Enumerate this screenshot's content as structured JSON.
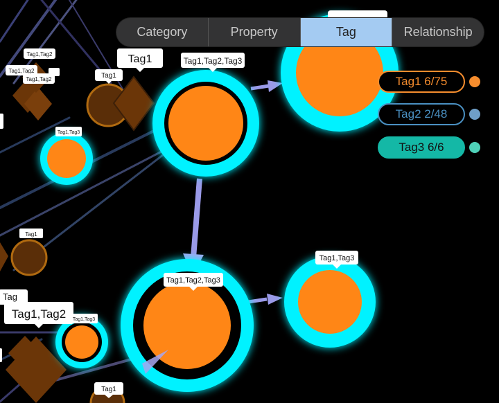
{
  "tabs": [
    {
      "label": "Category",
      "active": false
    },
    {
      "label": "Property",
      "active": false
    },
    {
      "label": "Tag",
      "active": true
    },
    {
      "label": "Relationship",
      "active": false
    }
  ],
  "legend": [
    {
      "label": "Tag1 6/75",
      "color": "#f68d2e",
      "style": "outline"
    },
    {
      "label": "Tag2 2/48",
      "color": "#4a90c2",
      "style": "outline"
    },
    {
      "label": "Tag3 6/6",
      "color": "#14b8a6",
      "style": "filled"
    }
  ],
  "node_labels": {
    "top_center": "Tag1,Tag2,Tag3",
    "big_tag1": "Tag1",
    "small_tag1_top": "Tag1",
    "cluster_a": "Tag1,Tag2",
    "cluster_b": "Tag1,Tag2",
    "cluster_c": "Tag1,Tag2",
    "small_tag1_tag3": "Tag1,Tag3",
    "left_tag1": "Tag1",
    "bottom_center": "Tag1,Tag2,Tag3",
    "right_tag1_tag3": "Tag1,Tag3",
    "big_tag1_tag2": "Tag1,Tag2",
    "small_tag1_tag3_bottom": "Tag1,Tag3",
    "bottom_tag1": "Tag1",
    "corner_tag": "Tag"
  },
  "colors": {
    "node_fill": "#ff8616",
    "glow": "#00f2ff",
    "dim_fill": "#5a2e08",
    "edge": "#9a9ae8"
  }
}
